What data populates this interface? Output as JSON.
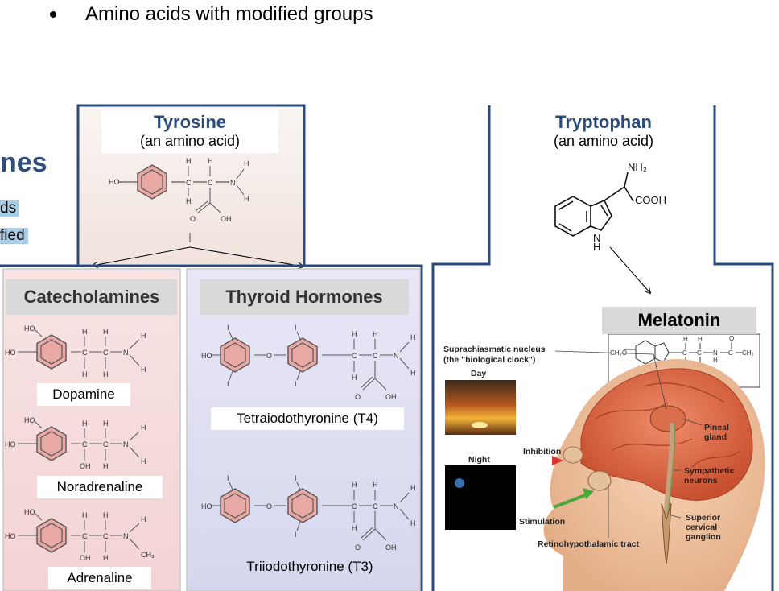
{
  "bullet": "Amino acids with modified groups",
  "left_partial": {
    "title": "nes",
    "line1": "ds",
    "line2": "fied"
  },
  "tyrosine": {
    "name": "Tyrosine",
    "sub": "(an amino acid)"
  },
  "tryptophan": {
    "name": "Tryptophan",
    "sub": "(an amino acid)",
    "nh2": "NH₂",
    "cooh": "COOH",
    "nh": "N",
    "h": "H"
  },
  "catecholamines": {
    "header": "Catecholamines",
    "items": [
      "Dopamine",
      "Noradrenaline",
      "Adrenaline"
    ]
  },
  "thyroid": {
    "header": "Thyroid Hormones",
    "items": [
      "Tetraiodothyronine (T4)",
      "Triiodothyronine (T3)"
    ]
  },
  "melatonin": {
    "header": "Melatonin"
  },
  "brain": {
    "scn": "Suprachiasmatic nucleus",
    "scn2": "(the \"biological clock\")",
    "day": "Day",
    "night": "Night",
    "inhibition": "Inhibition",
    "stimulation": "Stimulation",
    "pineal1": "Pineal",
    "pineal2": "gland",
    "symp1": "Sympathetic",
    "symp2": "neurons",
    "sup1": "Superior",
    "sup2": "cervical",
    "sup3": "ganglion",
    "tract": "Retinohypothalamic tract"
  },
  "colors": {
    "accent": "#2e4d7b",
    "panel_border": "#2a4a7c",
    "ring": "#e8a9a5",
    "cat_bg": "#f6dcdc",
    "thy_bg": "#dcdcf0",
    "highlight": "#a8cbe6"
  }
}
